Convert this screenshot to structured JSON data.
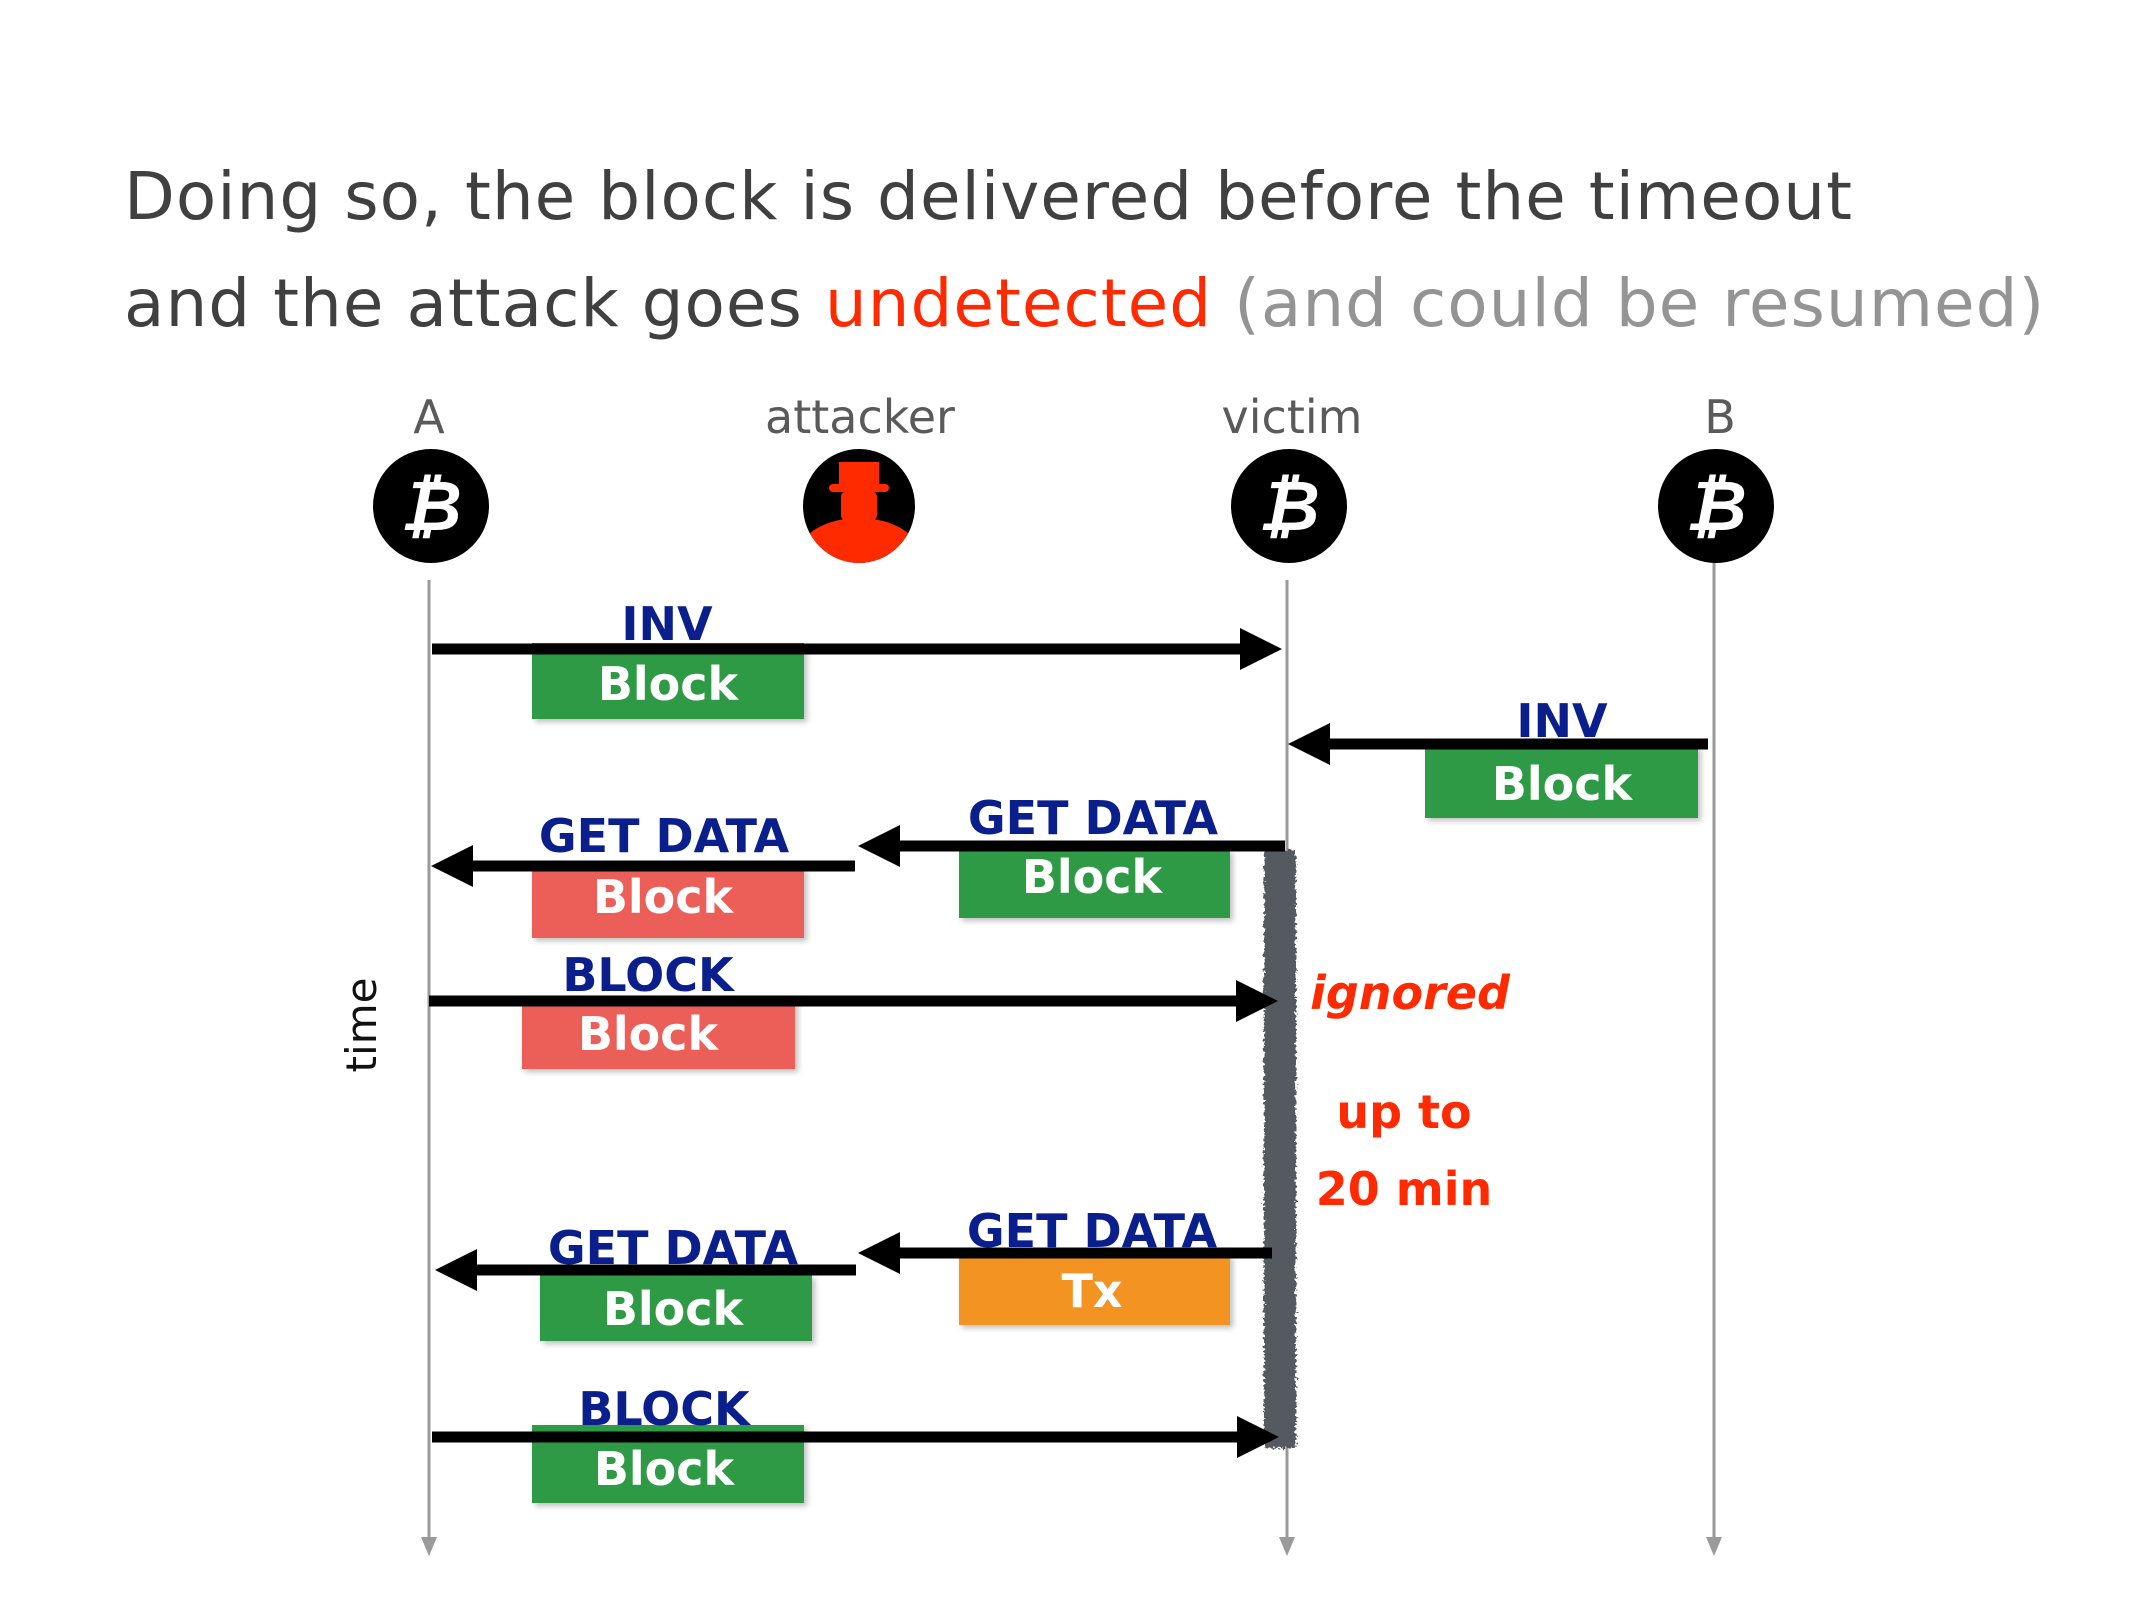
{
  "title": {
    "line1": "Doing so, the block is delivered before the timeout",
    "line2_prefix": "and the attack goes ",
    "line2_highlight": "undetected",
    "line2_suffix": " (and could be resumed)"
  },
  "colors": {
    "text": "#404040",
    "highlight_red": "#ff2a00",
    "muted_gray": "#949494",
    "message_label": "#0a1e8c",
    "box_green": "#2f9a44",
    "box_red": "#ec5e59",
    "box_orange": "#f39323",
    "lifeline": "#9a9a9a",
    "attacker_line": "#ff2a00",
    "blocked_bar": "#555a60"
  },
  "nodes": [
    {
      "id": "A",
      "label": "A",
      "icon": "bitcoin-icon"
    },
    {
      "id": "attacker",
      "label": "attacker",
      "icon": "spy-icon"
    },
    {
      "id": "victim",
      "label": "victim",
      "icon": "bitcoin-icon"
    },
    {
      "id": "B",
      "label": "B",
      "icon": "bitcoin-icon"
    }
  ],
  "axis_label": "time",
  "messages": [
    {
      "from": "A",
      "to": "victim",
      "label": "INV",
      "payload": "Block",
      "payload_color": "green"
    },
    {
      "from": "B",
      "to": "victim",
      "label": "INV",
      "payload": "Block",
      "payload_color": "green"
    },
    {
      "from": "victim",
      "to": "attacker",
      "label": "GET DATA",
      "payload": "Block",
      "payload_color": "green"
    },
    {
      "from": "attacker",
      "to": "A",
      "label": "GET DATA",
      "payload": "Block",
      "payload_color": "red"
    },
    {
      "from": "A",
      "to": "victim",
      "label": "BLOCK",
      "payload": "Block",
      "payload_color": "red"
    },
    {
      "from": "victim",
      "to": "attacker",
      "label": "GET DATA",
      "payload": "Tx",
      "payload_color": "orange"
    },
    {
      "from": "attacker",
      "to": "A",
      "label": "GET DATA",
      "payload": "Block",
      "payload_color": "green"
    },
    {
      "from": "A",
      "to": "victim",
      "label": "BLOCK",
      "payload": "Block",
      "payload_color": "green"
    }
  ],
  "notes": {
    "ignored": "ignored",
    "timeout_line1": "up to",
    "timeout_line2": "20 min"
  }
}
